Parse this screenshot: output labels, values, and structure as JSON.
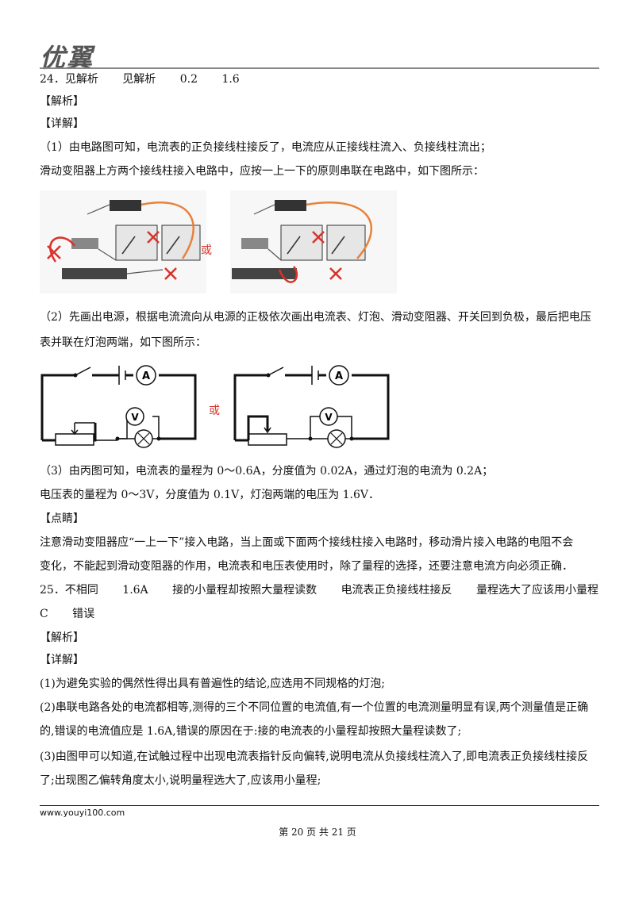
{
  "header": {
    "logo_text": "优翼"
  },
  "q24": {
    "answers": [
      "24．见解析",
      "见解析",
      "0.2",
      "1.6"
    ],
    "jiexi": "【解析】",
    "xiangjie": "【详解】",
    "p1_line1": "（1）由电路图可知，电流表的正负接线柱接反了，电流应从正接线柱流入、负接线柱流出；",
    "p1_line2": "滑动变阻器上方两个接线柱接入电路中，应按一上一下的原则串联在电路中，如下图所示：",
    "or_label": "或",
    "p2_line1": "（2）先画出电源，根据电流流向从电源的正极依次画出电流表、灯泡、滑动变阻器、开关回到负极，最后把电压",
    "p2_line2": "表并联在灯泡两端，如下图所示：",
    "ammeter_symbol": "A",
    "voltmeter_symbol": "V",
    "p3_line1": "（3）由丙图可知，电流表的量程为 0～0.6A，分度值为 0.02A，通过灯泡的电流为 0.2A；",
    "p3_line2": "电压表的量程为 0～3V，分度值为 0.1V，灯泡两端的电压为 1.6V．",
    "dianjing": "【点睛】",
    "note_line1": "注意滑动变阻器应“一上一下”接入电路，当上面或下面两个接线柱接入电路时，移动滑片接入电路的电阻不会",
    "note_line2": "变化，不能起到滑动变阻器的作用，电流表和电压表使用时，除了量程的选择，还要注意电流方向必须正确．"
  },
  "q25": {
    "answers": [
      "25．不相同",
      "1.6A",
      "接的小量程却按照大量程读数",
      "电流表正负接线柱接反",
      "量程选大了应该用小量程"
    ],
    "answers_line2": [
      "C",
      "错误"
    ],
    "jiexi": "【解析】",
    "xiangjie": "【详解】",
    "p1": "(1)为避免实验的偶然性得出具有普遍性的结论,应选用不同规格的灯泡;",
    "p2_line1": "(2)串联电路各处的电流都相等,测得的三个不同位置的电流值,有一个位置的电流测量明显有误,两个测量值是正确",
    "p2_line2": "的,错误的电流值应是 1.6A,错误的原因在于:接的电流表的小量程却按照大量程读数了;",
    "p3_line1": "(3)由图甲可以知道,在试触过程中出现电流表指针反向偏转,说明电流从负接线柱流入了,即电流表正负接线柱接反",
    "p3_line2": "了;出现图乙偏转角度太小,说明量程选大了,应该用小量程;"
  },
  "footer": {
    "url": "www.youyi100.com",
    "page": "第 20 页 共 21 页"
  },
  "colors": {
    "annotation_red": "#d9322a",
    "wire_orange": "#e8823a"
  }
}
